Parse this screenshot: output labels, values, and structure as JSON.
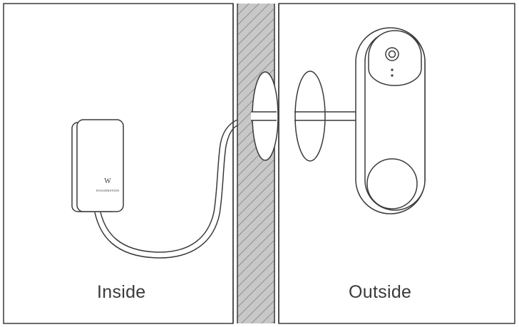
{
  "labels": {
    "inside": "Inside",
    "outside": "Outside"
  },
  "adapter": {
    "logo_letter": "W",
    "logo_brand": "WASSERSTEIN"
  },
  "colors": {
    "stroke": "#3a3a3a",
    "wall_fill": "#c8c8c8",
    "wall_hatch": "#8e8e8e",
    "background": "#ffffff"
  }
}
